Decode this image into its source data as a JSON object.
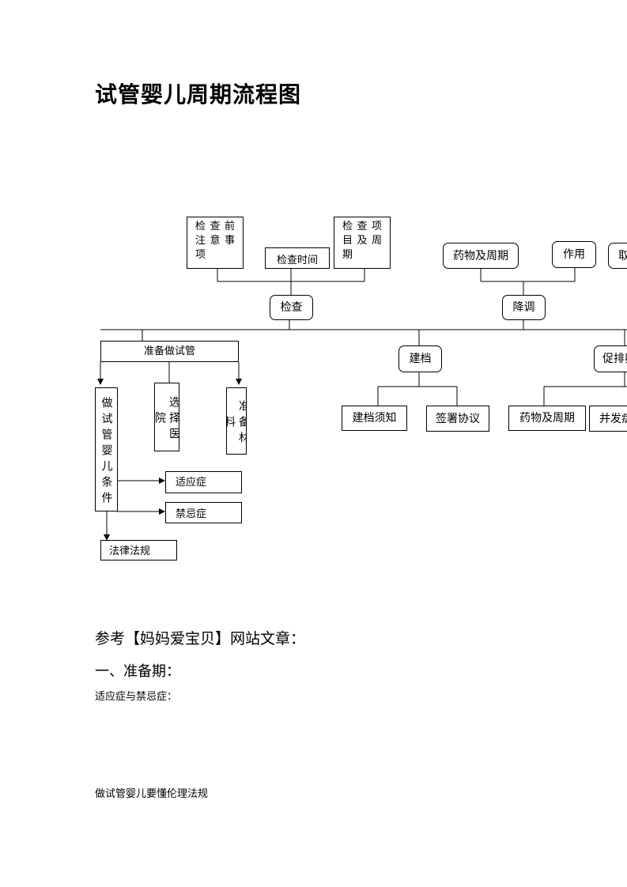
{
  "title": "试管婴儿周期流程图",
  "flowchart": {
    "check_before": "检查前注意事项",
    "check_time": "检查时间",
    "check_items": "检查项目及周期",
    "check": "检查",
    "drugs_cycle_top": "药物及周期",
    "effect": "作用",
    "cut_off": "取",
    "downreg": "降调",
    "prepare": "准备做试管",
    "conditions": "做试管婴儿条件",
    "choose_hospital": "选择医院",
    "prepare_materials": "准备材料",
    "indication": "适应症",
    "contraindication": "禁忌症",
    "laws": "法律法规",
    "file": "建档",
    "file_notice": "建档须知",
    "sign_agreement": "签署协议",
    "stimulate": "促排卵",
    "drugs_cycle_bottom": "药物及周期",
    "complications": "并发症"
  },
  "article": {
    "reference": "参考【妈妈爱宝贝】网站文章：",
    "section1": "一、准备期：",
    "line1": "适应症与禁忌症：",
    "line2": "做试管婴儿要懂伦理法规"
  }
}
